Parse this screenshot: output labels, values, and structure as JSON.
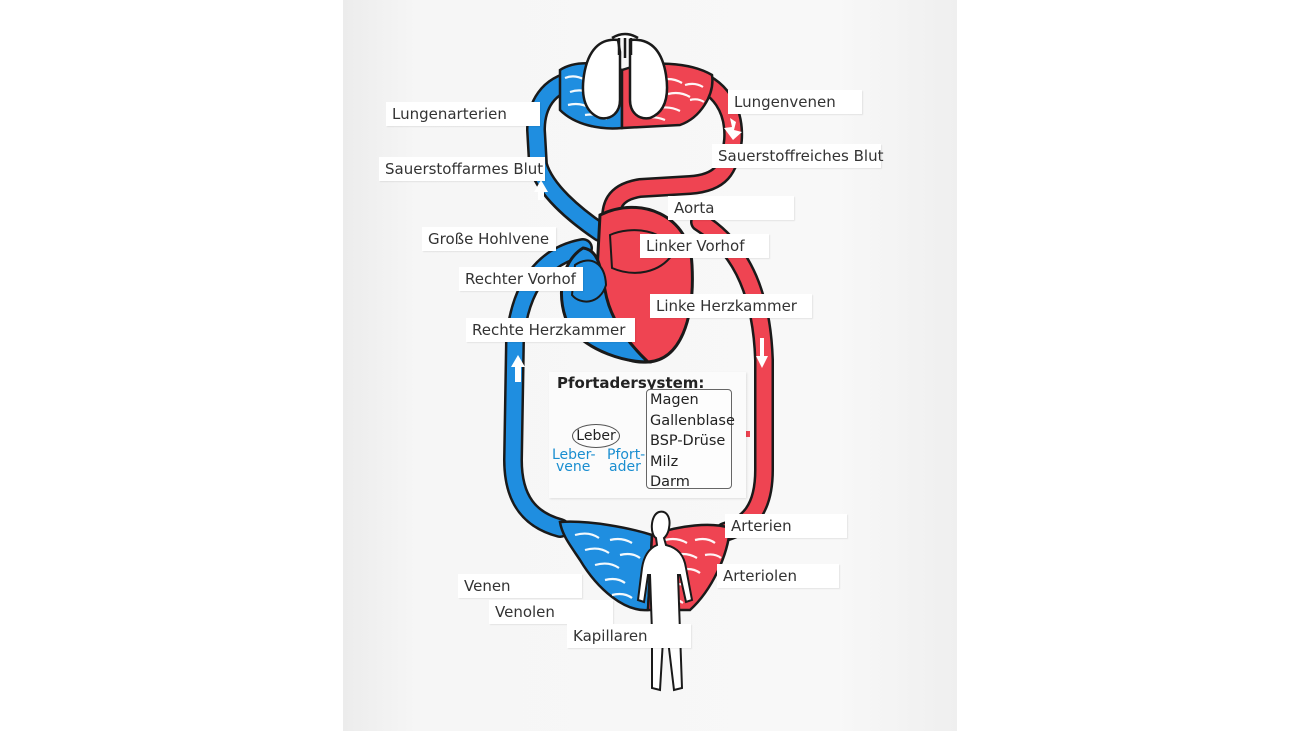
{
  "colors": {
    "arterial": "#ef4452",
    "venous": "#1f8ee0",
    "outline": "#1a1a1a",
    "board": "#f7f7f7"
  },
  "labels": {
    "lungenarterien": "Lungenarterien",
    "lungenvenen": "Lungenvenen",
    "sauerstoffarmes_blut": "Sauerstoffarmes Blut",
    "sauerstoffreiches_blut": "Sauerstoffreiches Blut",
    "aorta": "Aorta",
    "grosse_hohlvene": "Große Hohlvene",
    "linker_vorhof": "Linker Vorhof",
    "rechter_vorhof": "Rechter Vorhof",
    "linke_herzkammer": "Linke Herzkammer",
    "rechte_herzkammer": "Rechte Herzkammer",
    "arterien": "Arterien",
    "arteriolen": "Arteriolen",
    "venen": "Venen",
    "venolen": "Venolen",
    "kapillaren": "Kapillaren"
  },
  "portal_system": {
    "title": "Pfortadersystem:",
    "organs": [
      "Magen",
      "Gallenblase",
      "BSP-Drüse",
      "Milz",
      "Darm"
    ],
    "liver": "Leber",
    "liver_vein_line1": "Leber-",
    "liver_vein_line2": "vene",
    "portal_vein_line1": "Pfort-",
    "portal_vein_line2": "ader"
  },
  "icons": [
    "lungs-icon",
    "heart-icon",
    "human-figure-icon",
    "flow-arrow-icon"
  ]
}
